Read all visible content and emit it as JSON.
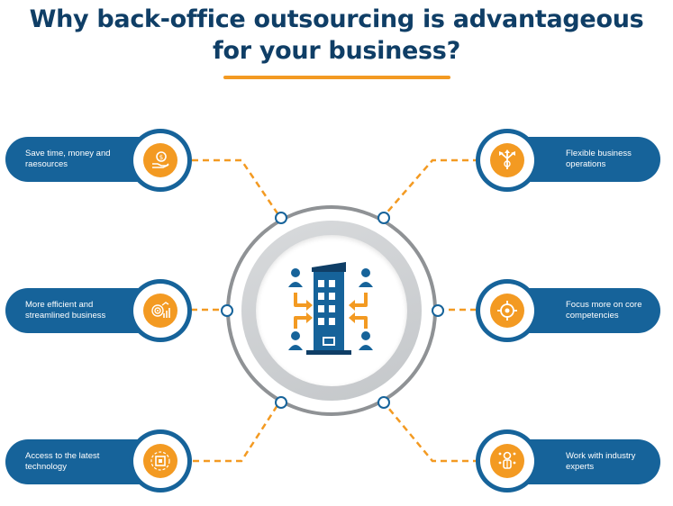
{
  "header": {
    "title_line1": "Why back-office outsourcing is advantageous",
    "title_line2": "for your business?"
  },
  "colors": {
    "navy": "#16639a",
    "title_navy": "#0f3e66",
    "orange": "#f39a22",
    "grey_ring": "#8f9295"
  },
  "benefits": {
    "left": [
      {
        "text": "Save time, money and raesources",
        "icon": "coin-hand-icon"
      },
      {
        "text": "More efficient and streamlined business",
        "icon": "target-chart-icon"
      },
      {
        "text": "Access to the latest technology",
        "icon": "microchip-icon"
      }
    ],
    "right": [
      {
        "text": "Flexible business operations",
        "icon": "directions-icon"
      },
      {
        "text": "Focus more on core competencies",
        "icon": "crosshair-icon"
      },
      {
        "text": "Work with industry experts",
        "icon": "expert-person-icon"
      }
    ]
  },
  "hub": {
    "icon": "office-building-outsourcing-icon"
  }
}
